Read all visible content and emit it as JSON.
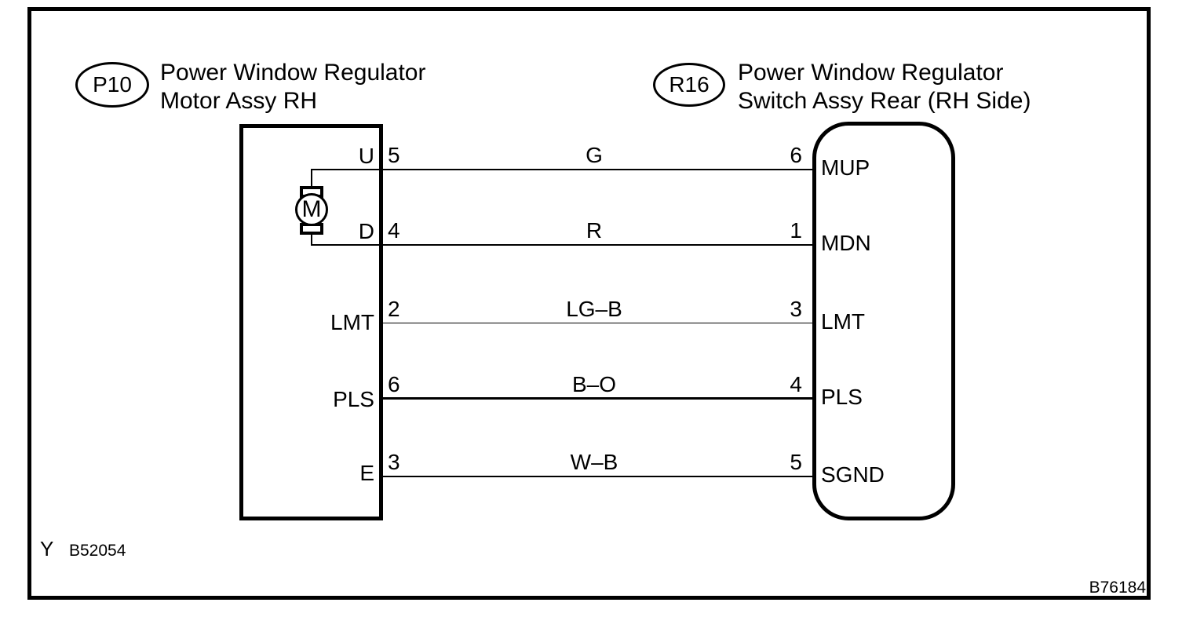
{
  "left_component": {
    "code": "P10",
    "title_line1": "Power Window Regulator",
    "title_line2": "Motor Assy RH"
  },
  "right_component": {
    "code": "R16",
    "title_line1": "Power Window Regulator",
    "title_line2": "Switch Assy Rear (RH Side)"
  },
  "motor": {
    "label": "M"
  },
  "rows": [
    {
      "left_port": "U",
      "left_pin": "5",
      "wire_color": "G",
      "right_pin": "6",
      "right_port": "MUP"
    },
    {
      "left_port": "D",
      "left_pin": "4",
      "wire_color": "R",
      "right_pin": "1",
      "right_port": "MDN"
    },
    {
      "left_port": "LMT",
      "left_pin": "2",
      "wire_color": "LG–B",
      "right_pin": "3",
      "right_port": "LMT"
    },
    {
      "left_port": "PLS",
      "left_pin": "6",
      "wire_color": "B–O",
      "right_pin": "4",
      "right_port": "PLS"
    },
    {
      "left_port": "E",
      "left_pin": "3",
      "wire_color": "W–B",
      "right_pin": "5",
      "right_port": "SGND"
    }
  ],
  "footer": {
    "left_mark": "Y",
    "left_code": "B52054",
    "right_code": "B76184"
  },
  "colors": {
    "line": "#000000",
    "background": "#ffffff"
  }
}
